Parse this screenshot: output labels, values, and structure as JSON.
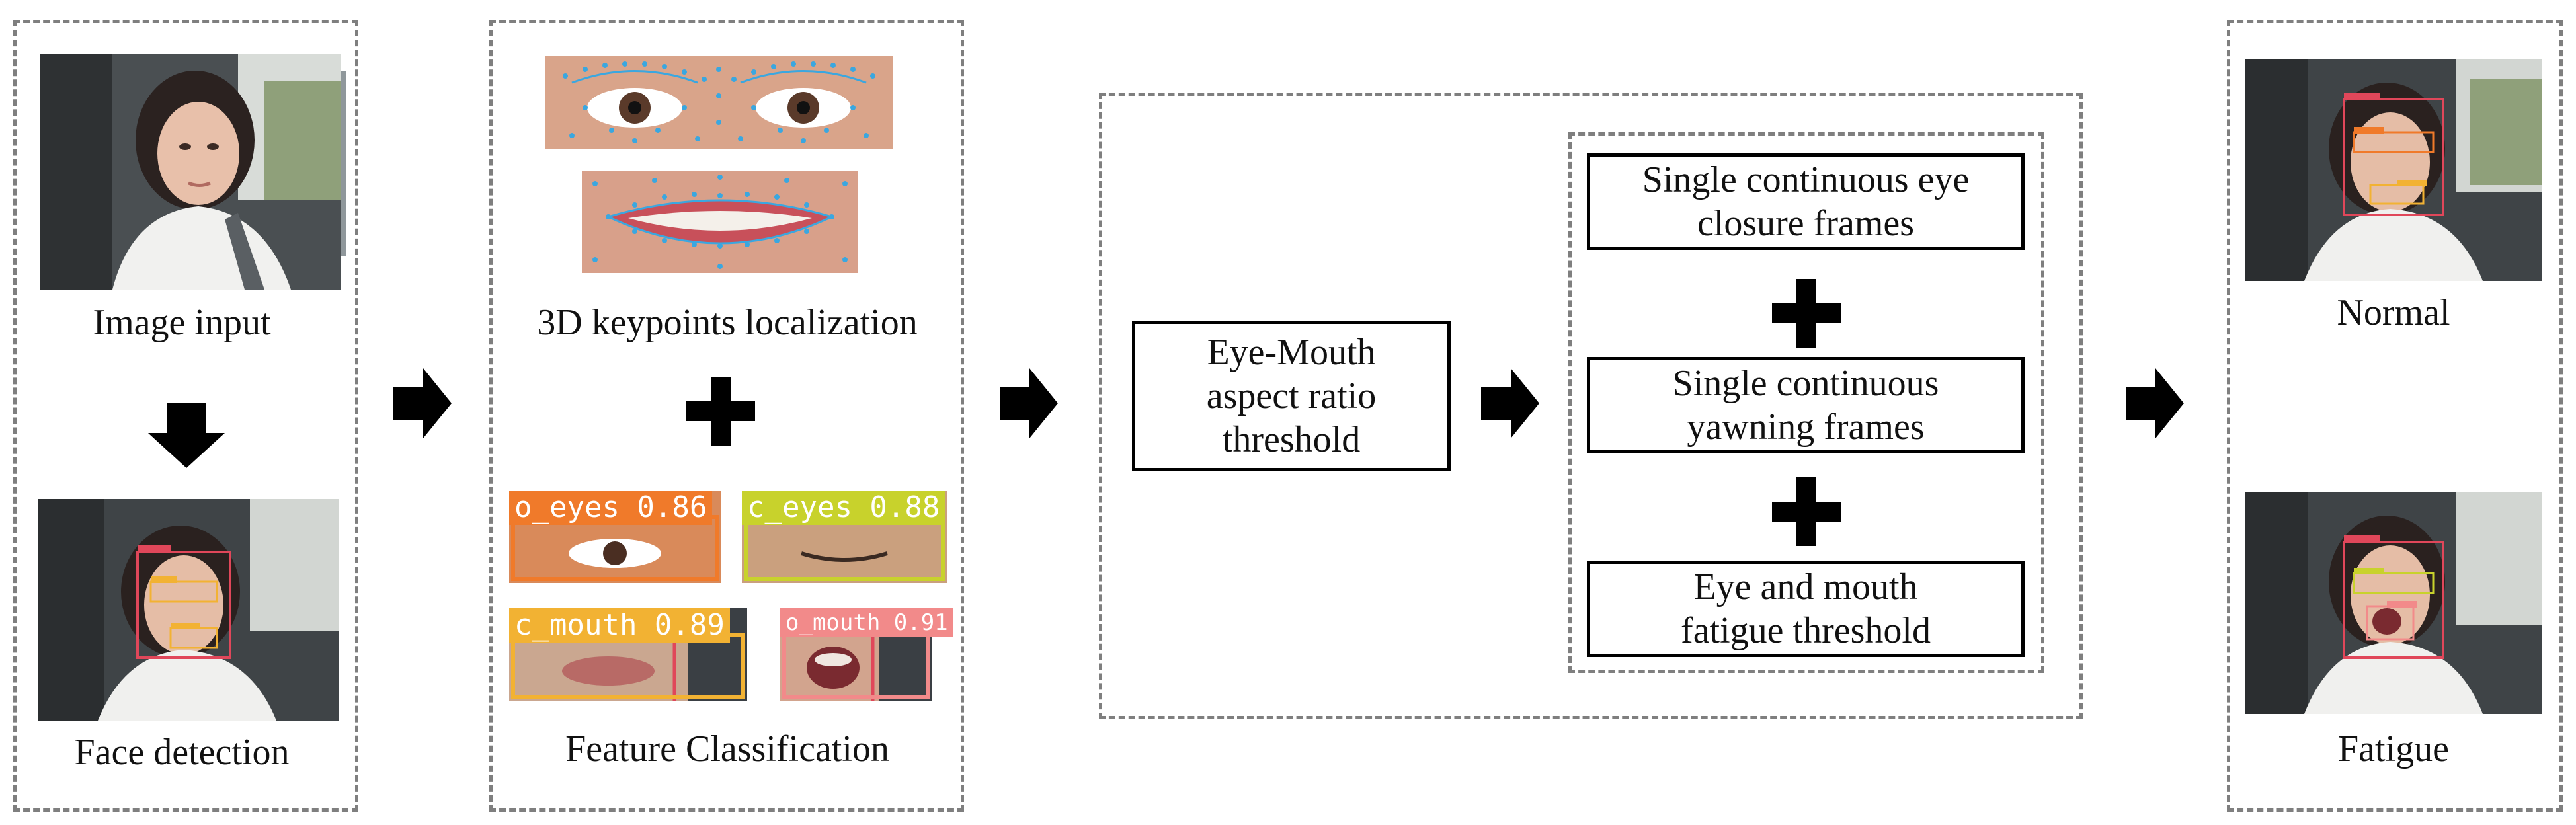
{
  "stage1": {
    "input_label": "Image input",
    "detect_label": "Face detection"
  },
  "stage2": {
    "keypoints_label": "3D keypoints localization",
    "classification_label": "Feature Classification",
    "crops": [
      {
        "label": "o_eyes 0.86",
        "color": "#f07a2a"
      },
      {
        "label": "c_eyes 0.88",
        "color": "#c8d22c"
      },
      {
        "label": "c_mouth 0.89",
        "color": "#f2b233"
      },
      {
        "label": "o_mouth 0.91",
        "color": "#f28a8a"
      }
    ]
  },
  "stage3": {
    "ratio_box": "Eye-Mouth aspect ratio threshold",
    "eye_box": "Single continuous eye closure frames",
    "yawn_box": "Single continuous yawning frames",
    "fatigue_box": "Eye and mouth fatigue threshold"
  },
  "stage4": {
    "normal_label": "Normal",
    "fatigue_label": "Fatigue"
  },
  "colors": {
    "dashed_border": "#7f7f7f",
    "keypoint_blue": "#3aa7e0",
    "face_box": "#e0475a"
  }
}
